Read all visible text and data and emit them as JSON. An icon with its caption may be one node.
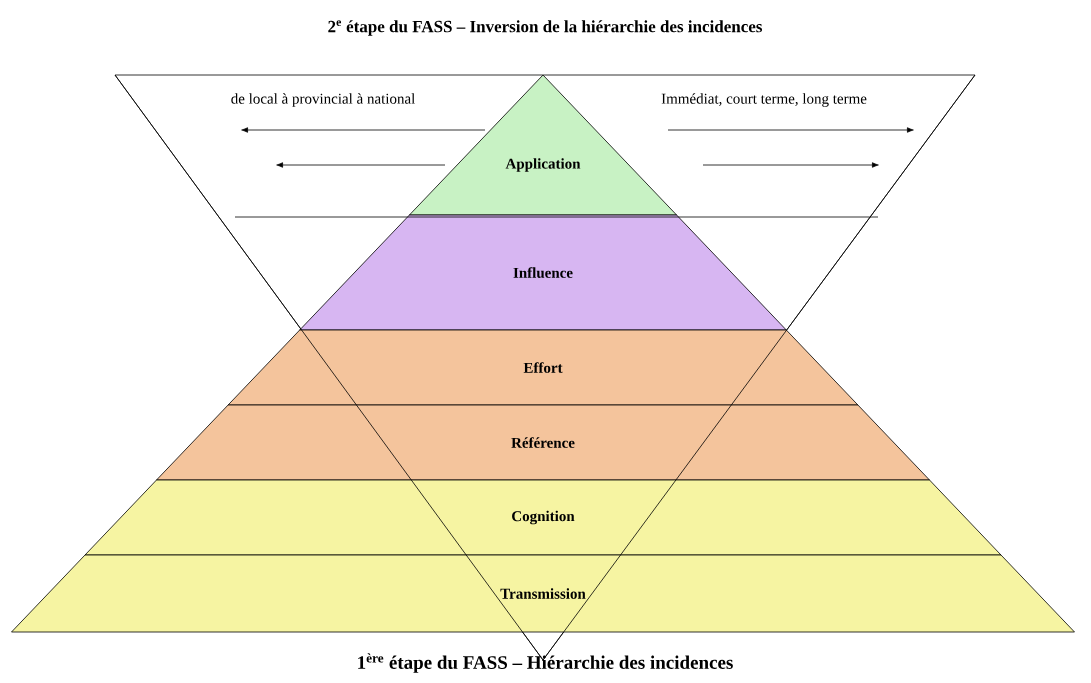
{
  "diagram": {
    "title": "2$^{e}$ étape du FASS – Inversion de la hiérarchie des incidences",
    "caption": "1$^{ère}$ étape du FASS – Hiérarchie des incidences",
    "nodes": [
      {
        "text": [
          "Application"
        ]
      },
      {
        "text": [
          "Influence"
        ]
      },
      {
        "text": [
          "Effort"
        ]
      },
      {
        "text": [
          "Référence"
        ]
      },
      {
        "text": [
          "Cognition"
        ]
      },
      {
        "text": [
          "Transmission"
        ]
      }
    ],
    "edges": [],
    "labels": [
      "de local à provincial à national",
      "Immédiat, court terme, long terme"
    ]
  }
}
